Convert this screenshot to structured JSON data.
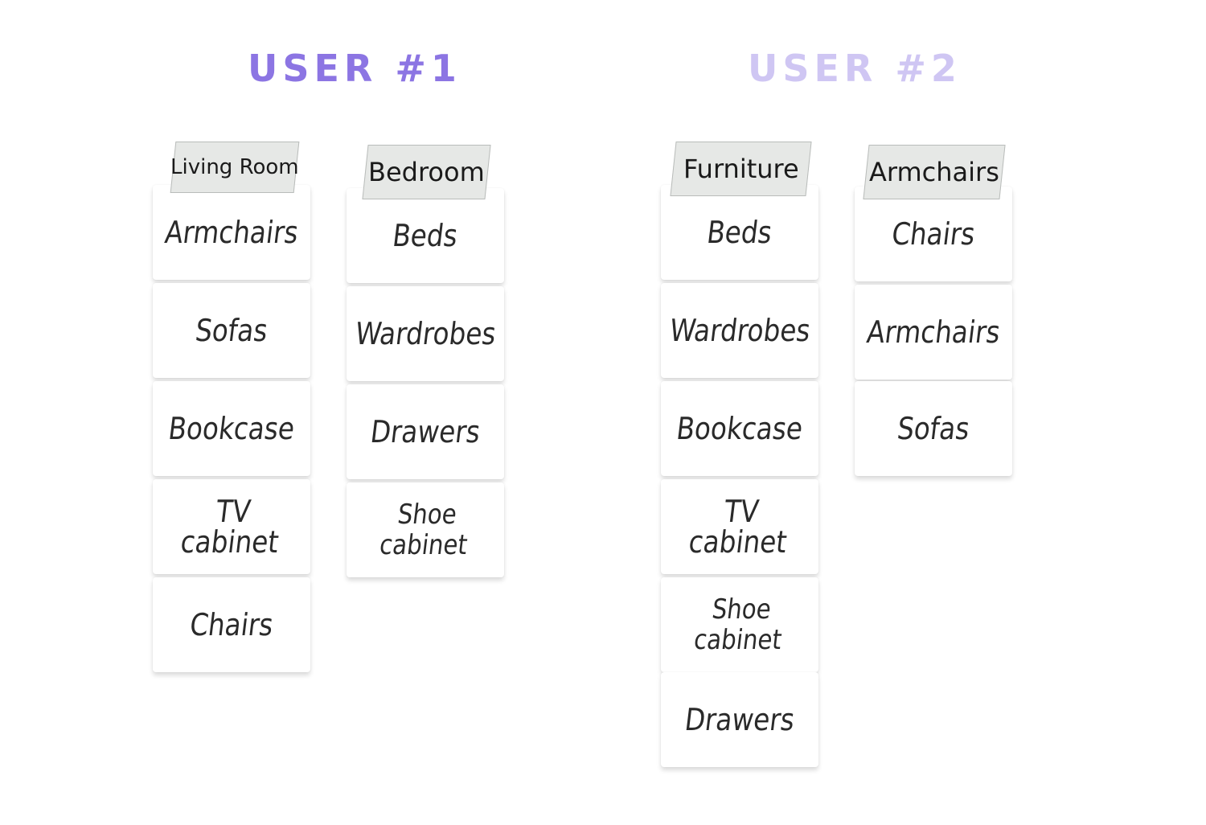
{
  "users": [
    {
      "title": "USER #1",
      "columns": [
        {
          "header": "Living Room",
          "cards": [
            "Armchairs",
            "Sofas",
            "Bookcase",
            "TV cabinet",
            "Chairs"
          ]
        },
        {
          "header": "Bedroom",
          "cards": [
            "Beds",
            "Wardrobes",
            "Drawers",
            "Shoe cabinet"
          ]
        }
      ]
    },
    {
      "title": "USER #2",
      "columns": [
        {
          "header": "Furniture",
          "cards": [
            "Beds",
            "Wardrobes",
            "Bookcase",
            "TV cabinet",
            "Shoe cabinet",
            "Drawers"
          ]
        },
        {
          "header": "Armchairs",
          "cards": [
            "Chairs",
            "Armchairs",
            "Sofas"
          ]
        }
      ]
    }
  ],
  "colors": {
    "user1_title": "#8c75e3",
    "user2_title": "#cfc6f3",
    "header_bg": "#e6e8e6",
    "card_bg": "#ffffff"
  }
}
